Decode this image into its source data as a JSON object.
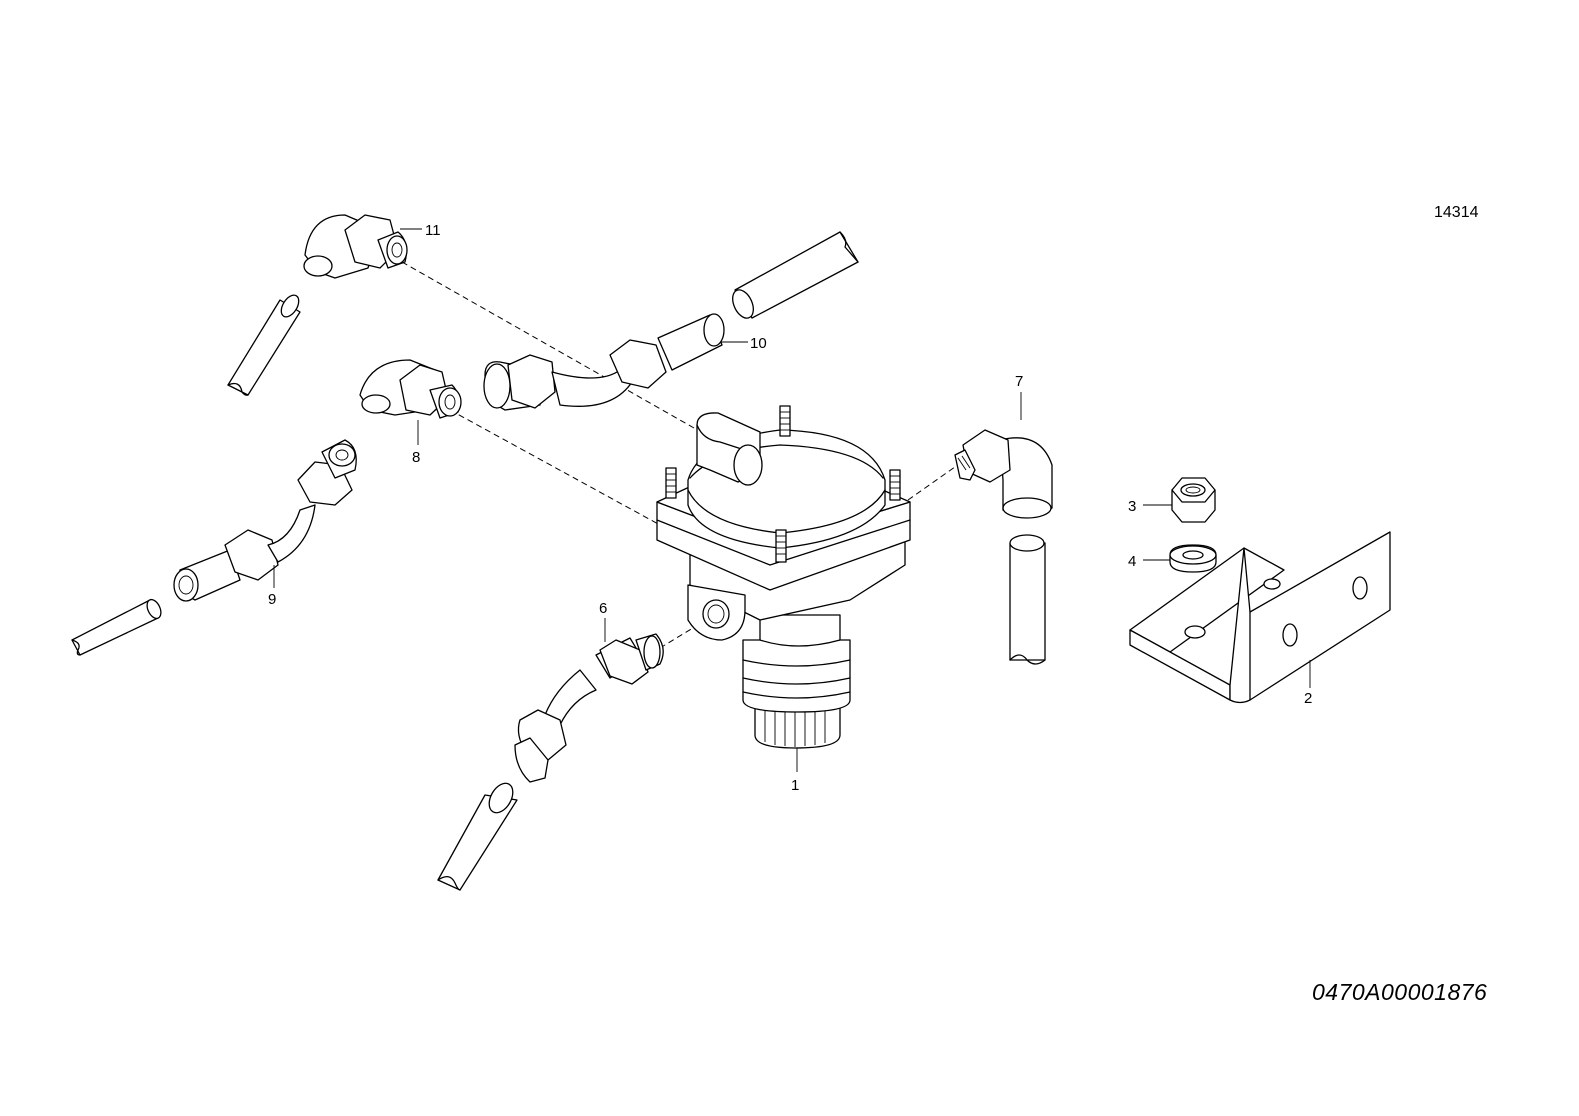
{
  "figure_number": "14314",
  "document_number": "0470A00001876",
  "callouts": {
    "c1": "1",
    "c2": "2",
    "c3": "3",
    "c4": "4",
    "c6": "6",
    "c7": "7",
    "c8": "8",
    "c9": "9",
    "c10": "10",
    "c11": "11"
  }
}
